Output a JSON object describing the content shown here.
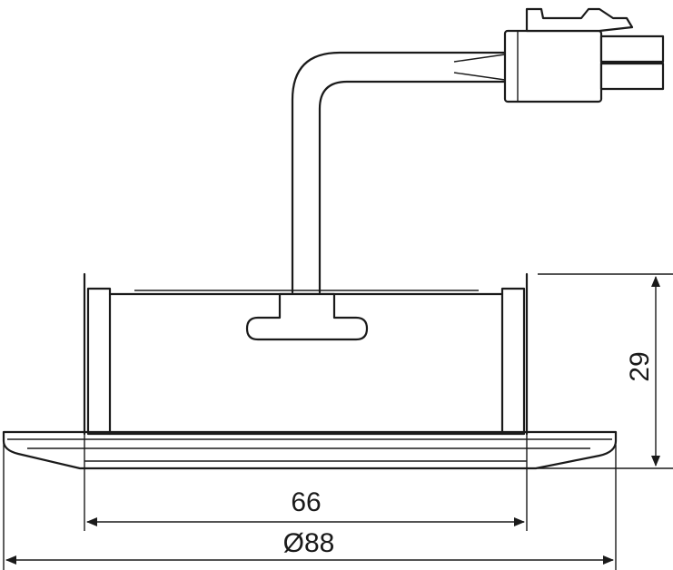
{
  "dimensions": {
    "inner_diameter": "66",
    "outer_diameter": "Ø88",
    "height": "29"
  },
  "colors": {
    "line": "#1a1a1a",
    "background": "#ffffff"
  }
}
